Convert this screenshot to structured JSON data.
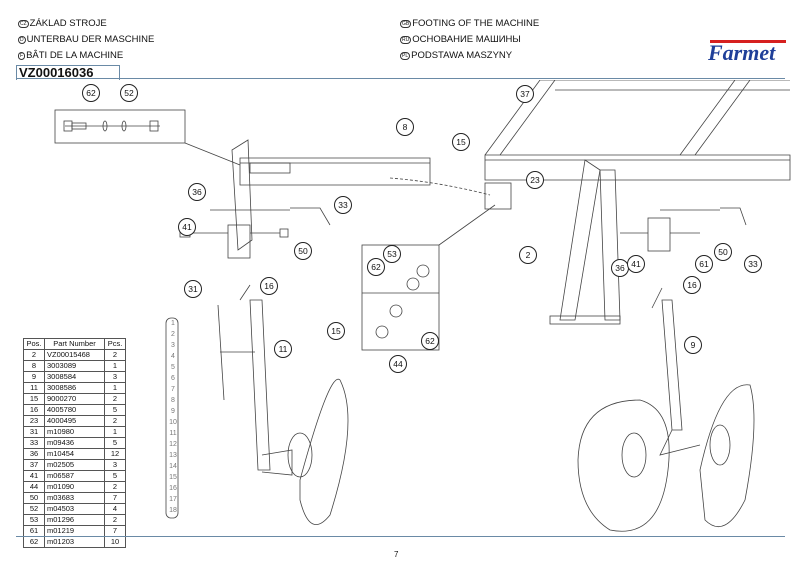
{
  "header": {
    "left": [
      {
        "lang": "CZ",
        "text": "ZÁKLAD STROJE"
      },
      {
        "lang": "D",
        "text": "UNTERBAU DER MASCHINE"
      },
      {
        "lang": "F",
        "text": "BÂTI DE LA MACHINE"
      }
    ],
    "right": [
      {
        "lang": "GB",
        "text": "FOOTING OF THE MACHINE"
      },
      {
        "lang": "RU",
        "text": "ОСНОВАНИЕ МАШИНЫ"
      },
      {
        "lang": "PL",
        "text": "PODSTAWA MASZYNY"
      }
    ],
    "assembly_code": "VZ00016036",
    "brand": "Farmet",
    "brand_colors": {
      "text": "#1f3f99",
      "bar": "#d6201f"
    }
  },
  "callouts": [
    "62",
    "52",
    "8",
    "15",
    "37",
    "23",
    "36",
    "33",
    "41",
    "50",
    "16",
    "2",
    "53",
    "62",
    "15",
    "62",
    "44",
    "31",
    "11",
    "36",
    "41",
    "61",
    "50",
    "33",
    "16",
    "9"
  ],
  "parts_table": {
    "headers": [
      "Pos.",
      "Part Number",
      "Pcs."
    ],
    "rows": [
      [
        "2",
        "VZ00015468",
        "2"
      ],
      [
        "8",
        "3003089",
        "1"
      ],
      [
        "9",
        "3008584",
        "3"
      ],
      [
        "11",
        "3008586",
        "1"
      ],
      [
        "15",
        "9000270",
        "2"
      ],
      [
        "16",
        "4005780",
        "5"
      ],
      [
        "23",
        "4000495",
        "2"
      ],
      [
        "31",
        "m10980",
        "1"
      ],
      [
        "33",
        "m09436",
        "5"
      ],
      [
        "36",
        "m10454",
        "12"
      ],
      [
        "37",
        "m02505",
        "3"
      ],
      [
        "41",
        "m06587",
        "5"
      ],
      [
        "44",
        "m01090",
        "2"
      ],
      [
        "50",
        "m03683",
        "7"
      ],
      [
        "52",
        "m04503",
        "4"
      ],
      [
        "53",
        "m01296",
        "2"
      ],
      [
        "61",
        "m01219",
        "7"
      ],
      [
        "62",
        "m01203",
        "10"
      ]
    ]
  },
  "scale_numbers": [
    "1",
    "2",
    "3",
    "4",
    "5",
    "6",
    "7",
    "8",
    "9",
    "10",
    "11",
    "12",
    "13",
    "14",
    "15",
    "16",
    "17",
    "18"
  ],
  "footer": {
    "page_number": "7"
  }
}
